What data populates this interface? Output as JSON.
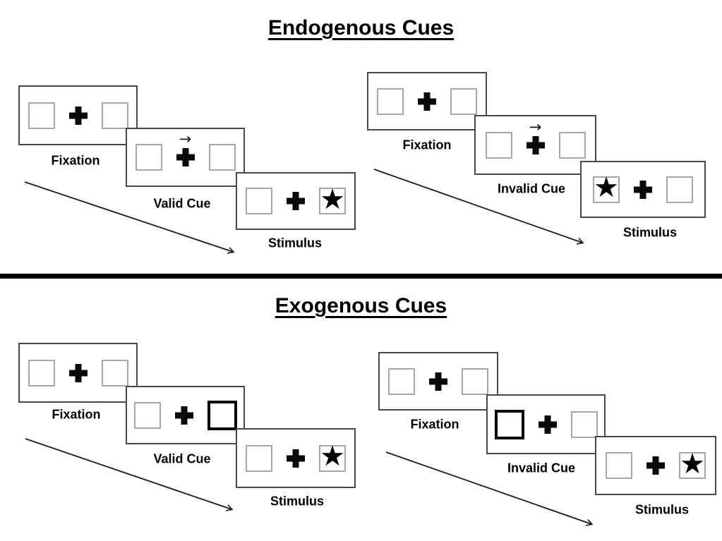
{
  "titles": {
    "endogenous": "Endogenous Cues",
    "exogenous": "Exogenous Cues"
  },
  "sections": [
    {
      "name": "endogenous-valid",
      "cue_type": "central-arrow",
      "cue_direction": "right",
      "star_side": "right",
      "labels": {
        "fixation": "Fixation",
        "cue": "Valid Cue",
        "stimulus": "Stimulus"
      }
    },
    {
      "name": "endogenous-invalid",
      "cue_type": "central-arrow",
      "cue_direction": "right",
      "star_side": "left",
      "labels": {
        "fixation": "Fixation",
        "cue": "Invalid Cue",
        "stimulus": "Stimulus"
      }
    },
    {
      "name": "exogenous-valid",
      "cue_type": "peripheral-box",
      "cue_side": "right",
      "star_side": "right",
      "labels": {
        "fixation": "Fixation",
        "cue": "Valid Cue",
        "stimulus": "Stimulus"
      }
    },
    {
      "name": "exogenous-invalid",
      "cue_type": "peripheral-box",
      "cue_side": "left",
      "star_side": "right",
      "labels": {
        "fixation": "Fixation",
        "cue": "Invalid Cue",
        "stimulus": "Stimulus"
      }
    }
  ],
  "glyphs": {
    "cue_arrow": "→",
    "star": "★"
  },
  "colors": {
    "background": "#ffffff",
    "ink": "#000000",
    "panel_border": "#474747",
    "square_border": "#a6a6a6"
  }
}
